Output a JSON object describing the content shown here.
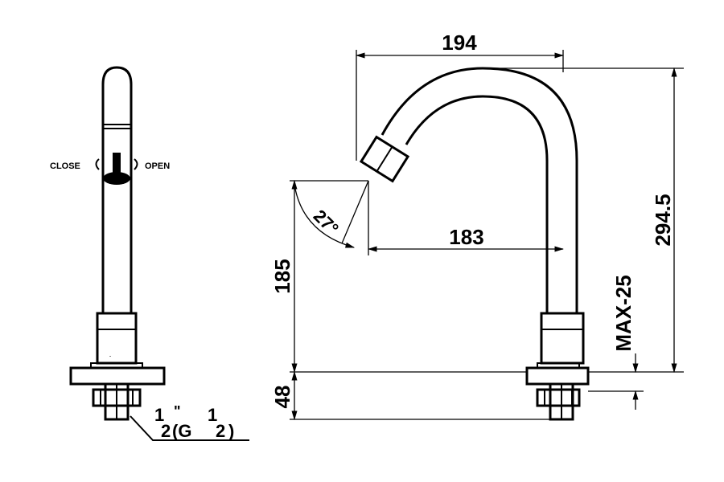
{
  "labels": {
    "close": "CLOSE",
    "open": "OPEN",
    "width_top": "194",
    "reach": "183",
    "height_total": "294.5",
    "spout_height": "185",
    "below_deck": "48",
    "max_thickness": "MAX-25",
    "angle": "27°",
    "thread_num": "1",
    "thread_den": "2",
    "thread_inch": "\"",
    "thread_g_open": "(G",
    "thread_g_num": "1",
    "thread_g_den": "2",
    "thread_g_close": ")"
  }
}
